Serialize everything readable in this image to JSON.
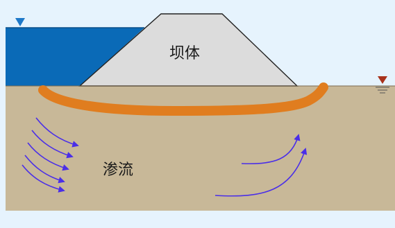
{
  "labels": {
    "dam_body": "坝体",
    "seepage": "渗流"
  },
  "colors": {
    "sky": "#e6f3fd",
    "water": "#0a6ab7",
    "soil": "#c8b898",
    "dam": "#dcdcdc",
    "seepage_band": "#e07d1f",
    "flow_arrows": "#4a2ee8",
    "upstream_marker": "#1e78c8",
    "downstream_marker": "#a8321c"
  },
  "icons": {
    "upstream_level": "water-level-triangle",
    "downstream_level": "water-level-triangle"
  }
}
